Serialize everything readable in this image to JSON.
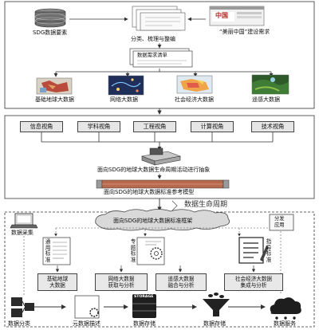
{
  "top": {
    "sdg_data_elements": "SDG数据要素",
    "beautiful_china_demand": "“美丽中国”建设需求",
    "china_logo_text": "中国",
    "classify_organize": "分类、梳理与整编",
    "demand_list": "数据需求清单",
    "data_types": [
      "基础地球大数据",
      "网络大数据",
      "社会经济大数据",
      "遥感大数据"
    ]
  },
  "perspectives": {
    "items": [
      "信息视角",
      "学科视角",
      "工程视角",
      "计算视角",
      "技术视角"
    ],
    "abstraction": "面向SDG的地球大数据生命周期活动进行抽象",
    "reference_model": "面向SDG的地球大数据标准参考模型"
  },
  "lifecycle": {
    "title": "数据生命周期",
    "framework_cloud": "面向SDG的地球大数据标准框架",
    "data_collection": "数据采集",
    "distribution_apps": "分发\n应用",
    "general_standards": "通用标准",
    "special_standards": "专题标准",
    "guideline_standards": "指导标准",
    "categories": [
      "基础地球\n大数据",
      "网络大数据\n获取与分析",
      "遥感大数据\n融合与分析",
      "社会经济大数据\n集成与分析"
    ],
    "stages": [
      "数据分类",
      "元数据描述",
      "数据存储",
      "数据存储",
      "数据服务"
    ],
    "storage_label": "STORAGE"
  }
}
